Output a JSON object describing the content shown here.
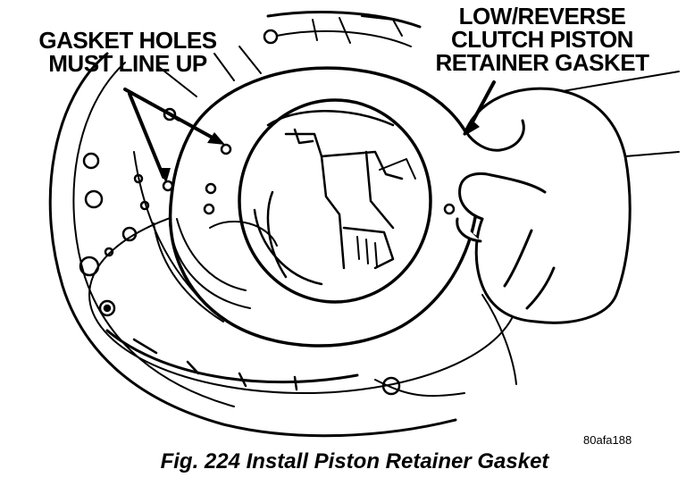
{
  "figure": {
    "callouts": {
      "gasket_holes": {
        "line1": "GASKET HOLES",
        "line2": "MUST LINE UP"
      },
      "retainer_gasket": {
        "line1": "LOW/REVERSE",
        "line2": "CLUTCH PISTON",
        "line3": "RETAINER GASKET"
      }
    },
    "reference_code": "80afa188",
    "caption": "Fig. 224 Install Piston Retainer Gasket"
  }
}
